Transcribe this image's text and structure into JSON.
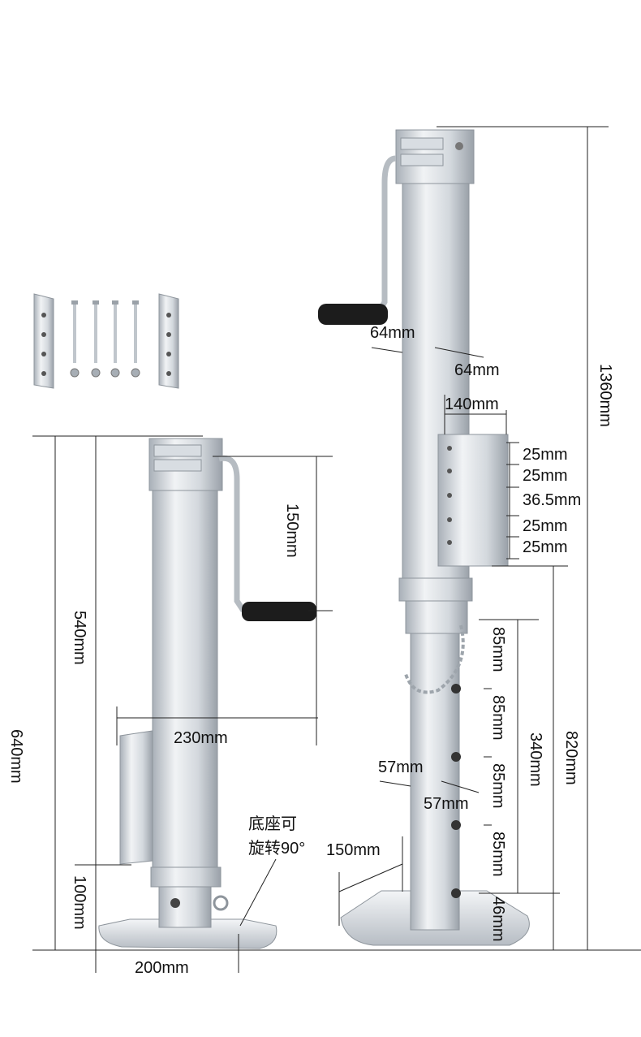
{
  "colors": {
    "steel_light": "#eef1f4",
    "steel_mid": "#c9ced4",
    "steel_dark": "#8f969e",
    "handle_black": "#1c1c1c",
    "dim_line": "#222222"
  },
  "icons": [
    "bracket-plate-icon",
    "bolt-icon",
    "nut-icon"
  ],
  "small_jack": {
    "height_total": "640mm",
    "height_upper": "540mm",
    "handle_offset": "150mm",
    "handle_reach": "230mm",
    "base_height": "100mm",
    "foot_width": "200mm",
    "note": "底座可\n旋转90°"
  },
  "large_jack": {
    "height_total": "1360mm",
    "tube_width_a": "64mm",
    "tube_width_b": "64mm",
    "plate_width": "140mm",
    "hole_spacings": [
      "25mm",
      "25mm",
      "36.5mm",
      "25mm",
      "25mm"
    ],
    "lower_height": "820mm",
    "pin_range": "340mm",
    "pin_spacings": [
      "85mm",
      "85mm",
      "85mm",
      "85mm",
      "46mm"
    ],
    "inner_width_a": "57mm",
    "inner_width_b": "57mm",
    "foot_width": "150mm"
  }
}
